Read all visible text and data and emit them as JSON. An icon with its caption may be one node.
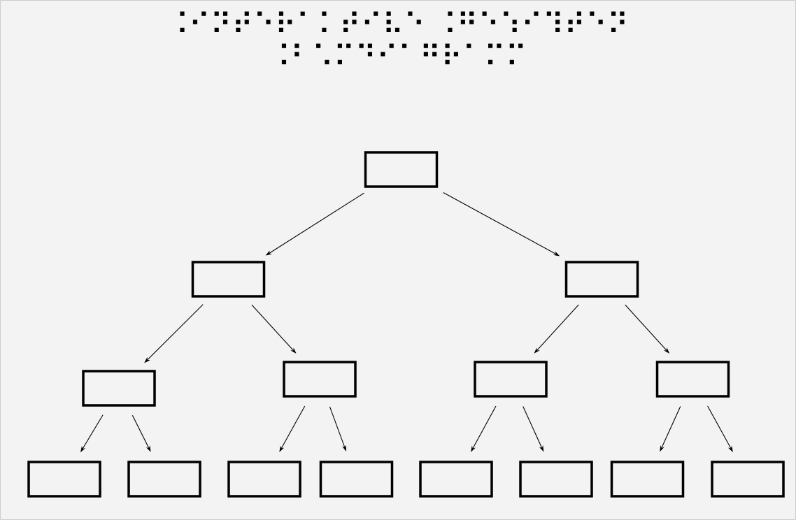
{
  "diagram": {
    "title": "⠨⠊⠝⠞⠑⠗⠁⠅⠞⠊⠧⠑ ⠨⠛⠑⠱⠊⠹⠞⠑⠝ ⠨⠃⠡⠍⠙⠊⠁⠛⠗⠁⠍⠍",
    "nodes": [
      {
        "text": [],
        "shape": "box"
      },
      {
        "text": [],
        "shape": "box"
      },
      {
        "text": [],
        "shape": "box"
      },
      {
        "text": [],
        "shape": "box"
      },
      {
        "text": [],
        "shape": "box"
      },
      {
        "text": [],
        "shape": "box"
      },
      {
        "text": [],
        "shape": "box"
      },
      {
        "text": [],
        "shape": "box"
      },
      {
        "text": [],
        "shape": "box"
      },
      {
        "text": [],
        "shape": "box"
      },
      {
        "text": [],
        "shape": "box"
      },
      {
        "text": [],
        "shape": "box"
      },
      {
        "text": [],
        "shape": "box"
      },
      {
        "text": [],
        "shape": "box"
      },
      {
        "text": [],
        "shape": "box"
      }
    ],
    "edges": [
      {
        "from": 0,
        "to": 1,
        "arrow": "to"
      },
      {
        "from": 0,
        "to": 2,
        "arrow": "to"
      },
      {
        "from": 1,
        "to": 3,
        "arrow": "to"
      },
      {
        "from": 1,
        "to": 4,
        "arrow": "to"
      },
      {
        "from": 2,
        "to": 5,
        "arrow": "to"
      },
      {
        "from": 2,
        "to": 6,
        "arrow": "to"
      },
      {
        "from": 3,
        "to": 7,
        "arrow": "to"
      },
      {
        "from": 3,
        "to": 8,
        "arrow": "to"
      },
      {
        "from": 4,
        "to": 9,
        "arrow": "to"
      },
      {
        "from": 4,
        "to": 10,
        "arrow": "to"
      },
      {
        "from": 5,
        "to": 11,
        "arrow": "to"
      },
      {
        "from": 5,
        "to": 12,
        "arrow": "to"
      },
      {
        "from": 6,
        "to": 13,
        "arrow": "to"
      },
      {
        "from": 6,
        "to": 14,
        "arrow": "to"
      }
    ]
  }
}
